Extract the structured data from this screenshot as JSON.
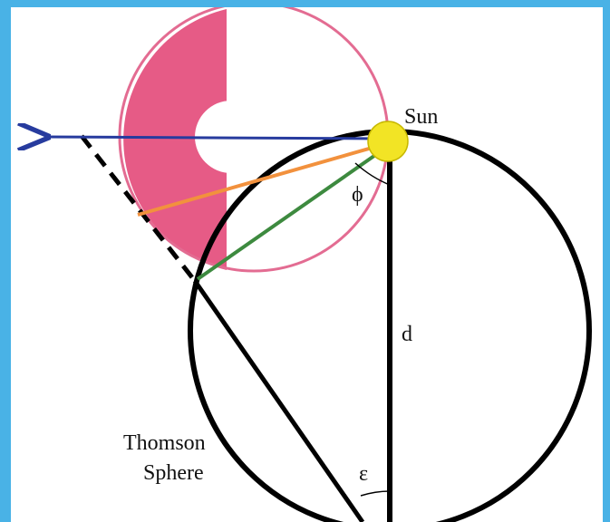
{
  "labels": {
    "sun": "Sun",
    "phi": "ϕ",
    "d": "d",
    "thomson_line1": "Thomson",
    "thomson_line2": "Sphere",
    "epsilon": "ε"
  },
  "colors": {
    "frame": "#49b2e6",
    "shaded_region": "#e65b86",
    "small_circle": "#e36c92",
    "sun_fill": "#f2e425",
    "line_blue": "#273b9e",
    "line_orange": "#f2913d",
    "line_green": "#3d8a3f",
    "line_black": "#000000"
  }
}
